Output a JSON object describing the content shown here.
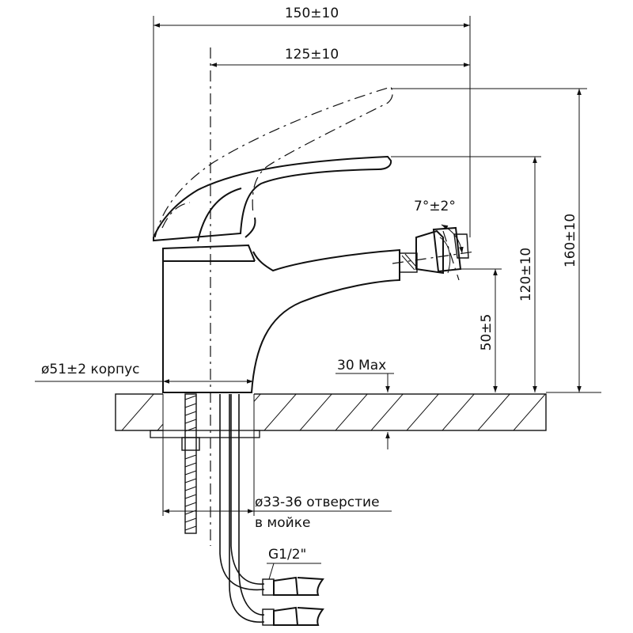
{
  "dimensions": {
    "total_length": "150±10",
    "spout_length": "125±10",
    "rotation_angle": "7°±2°",
    "body_diameter": "ø51±2 корпус",
    "max_thickness": "30 Max",
    "outlet_height": "50±5",
    "spout_height": "120±10",
    "lever_height": "160±10"
  },
  "notes": {
    "hole_line1": "ø33-36 отверстие",
    "hole_line2": "в мойке",
    "thread": "G1/2\""
  }
}
